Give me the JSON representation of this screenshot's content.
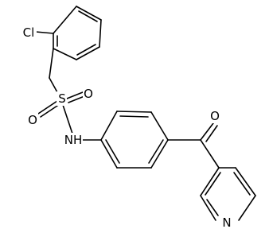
{
  "molecule": {
    "atoms": {
      "cl": "Cl",
      "s": "S",
      "o1": "O",
      "o2": "O",
      "nh": "NH",
      "o3": "O",
      "n": "N"
    }
  }
}
